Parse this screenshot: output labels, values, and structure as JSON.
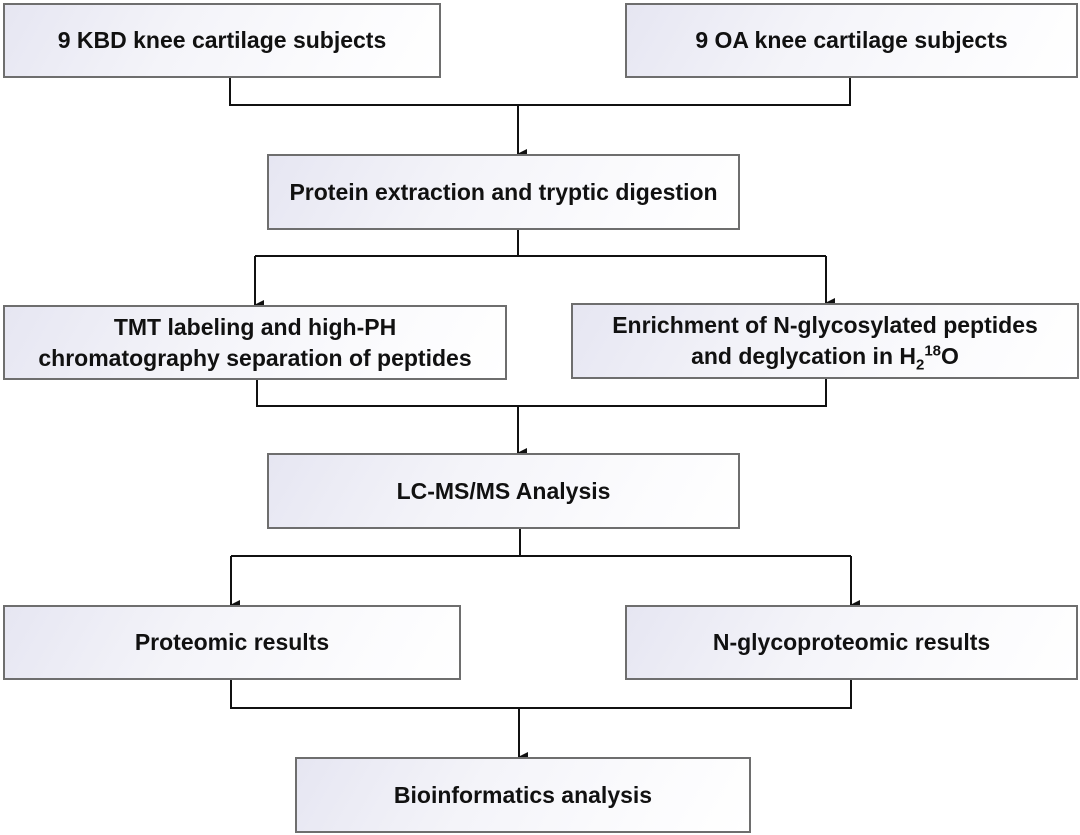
{
  "diagram": {
    "type": "flowchart",
    "nodes": [
      {
        "id": "kbd",
        "label": "9 KBD knee cartilage subjects"
      },
      {
        "id": "oa",
        "label": "9 OA knee cartilage subjects"
      },
      {
        "id": "extract",
        "label": "Protein extraction and tryptic digestion"
      },
      {
        "id": "tmt",
        "line1": "TMT labeling and high-PH",
        "line2": "chromatography separation of peptides"
      },
      {
        "id": "enrich",
        "line1": "Enrichment of N-glycosylated peptides",
        "line2_prefix": "and deglycation in H",
        "line2_sub": "2",
        "line2_sup": "18",
        "line2_suffix": "O"
      },
      {
        "id": "lcms",
        "label": "LC-MS/MS Analysis"
      },
      {
        "id": "proteomic",
        "label": "Proteomic results"
      },
      {
        "id": "nglyco",
        "label": "N-glycoproteomic results"
      },
      {
        "id": "bioinfo",
        "label": "Bioinformatics analysis"
      }
    ],
    "edges": [
      {
        "from": [
          "kbd",
          "oa"
        ],
        "to": "extract"
      },
      {
        "from": "extract",
        "to": [
          "tmt",
          "enrich"
        ]
      },
      {
        "from": [
          "tmt",
          "enrich"
        ],
        "to": "lcms"
      },
      {
        "from": "lcms",
        "to": [
          "proteomic",
          "nglyco"
        ]
      },
      {
        "from": [
          "proteomic",
          "nglyco"
        ],
        "to": "bioinfo"
      }
    ],
    "colors": {
      "border": "#6e6e6e",
      "line": "#111111",
      "fill_start": "#e6e6f2",
      "fill_end": "#ffffff",
      "text": "#111111"
    }
  }
}
